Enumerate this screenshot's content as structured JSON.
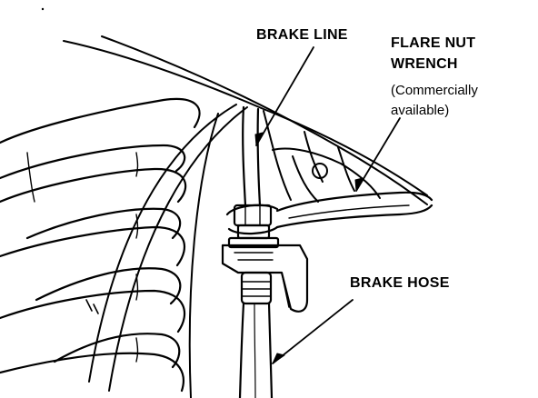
{
  "labels": {
    "brake_line": "BRAKE LINE",
    "flare_nut_wrench_line1": "FLARE NUT",
    "flare_nut_wrench_line2": "WRENCH",
    "flare_nut_wrench_note1": "(Commercially",
    "flare_nut_wrench_note2": "available)",
    "brake_hose": "BRAKE HOSE"
  },
  "colors": {
    "line": "#000000",
    "background": "#ffffff"
  }
}
